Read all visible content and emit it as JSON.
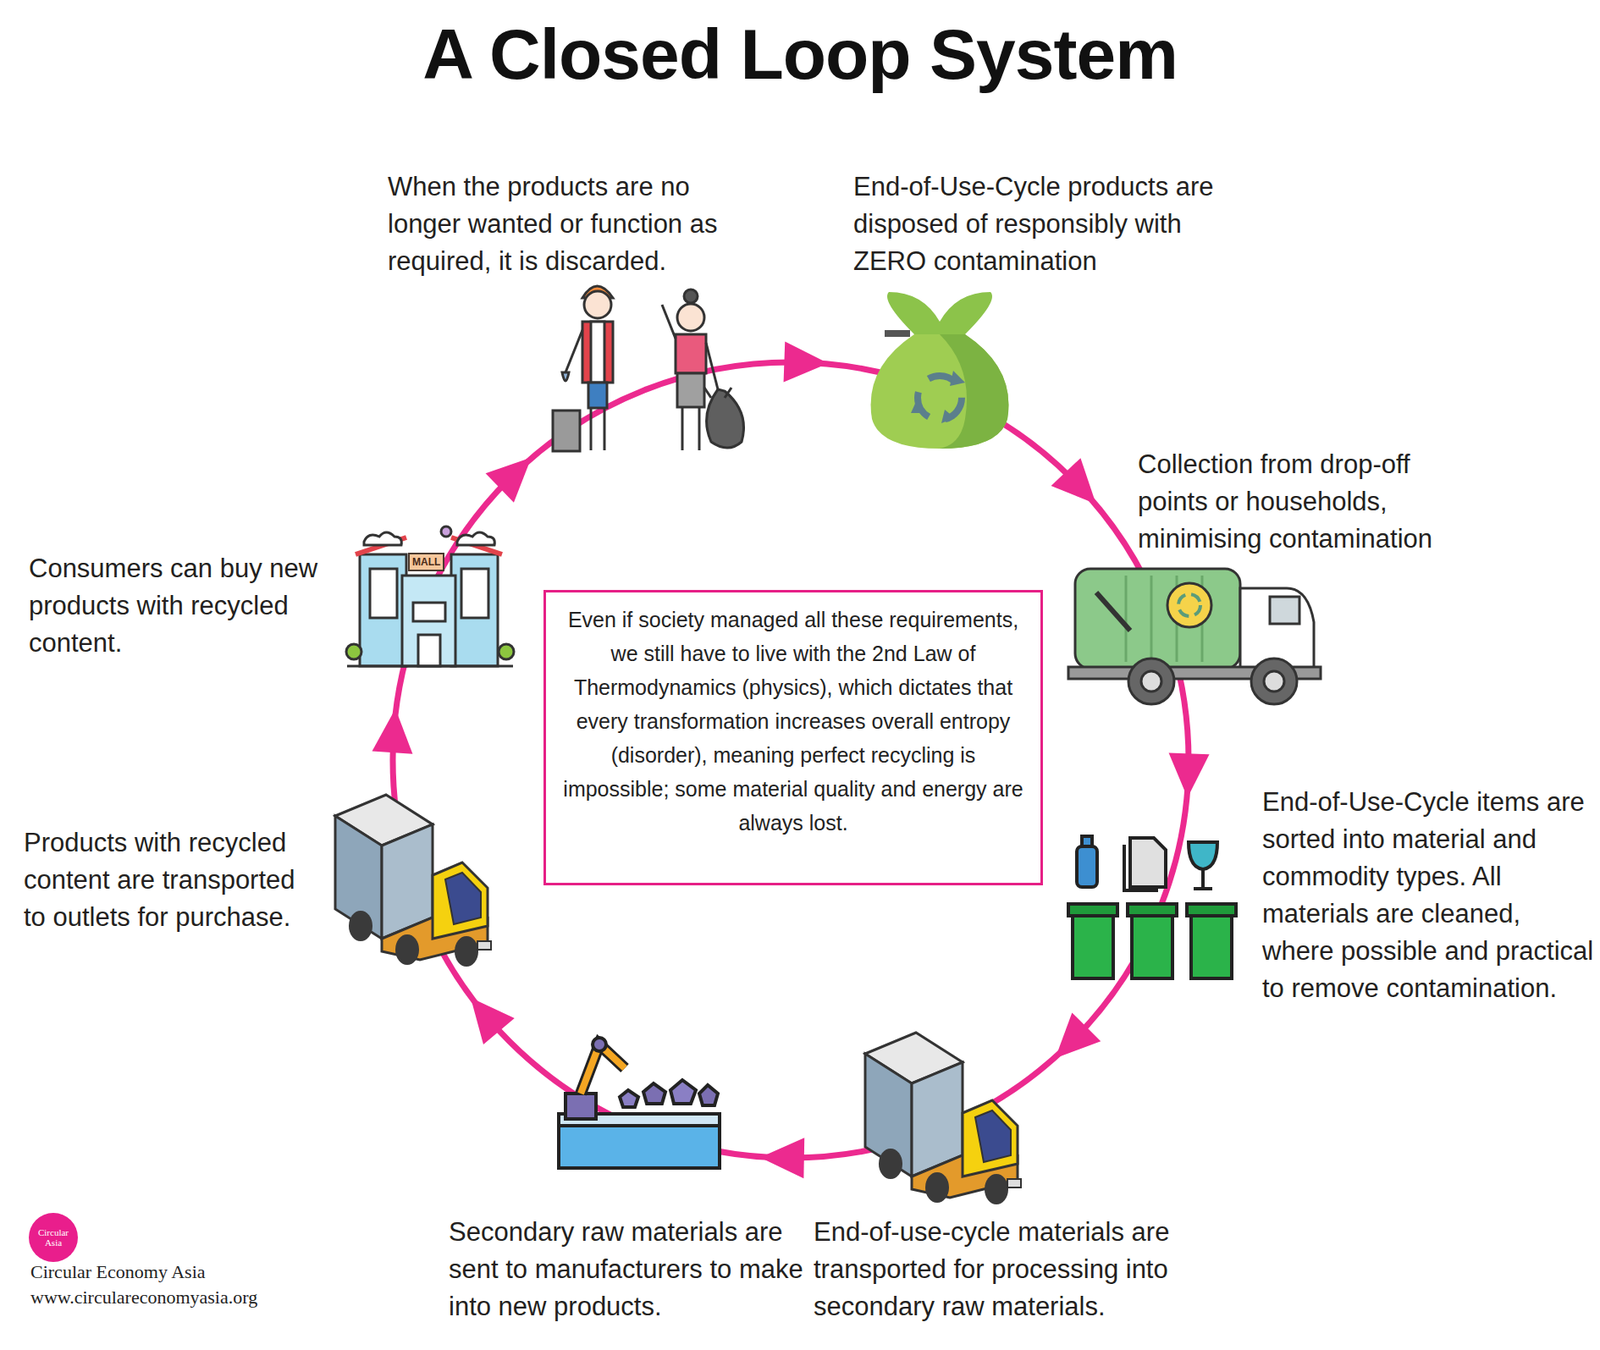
{
  "diagram": {
    "title": "A Closed Loop System",
    "nodes": [
      {
        "text": [
          "Even if society managed all these requirements, we still have to live with the 2nd Law of Thermodynamics (physics), which dictates that every transformation increases overall entropy (disorder), meaning perfect recycling is impossible; some material quality and energy are always lost."
        ]
      }
    ],
    "labels": [
      "When the products are no longer wanted or function as required, it is discarded.",
      "End-of-Use-Cycle products are disposed of responsibly with ZERO contamination",
      "Collection from drop-off points or households, minimising contamination",
      "End-of-Use-Cycle items are sorted into material and commodity types. All materials are cleaned, where possible and practical to remove contamination.",
      "End-of-use-cycle materials are transported for processing into secondary raw materials.",
      "Secondary raw materials are sent to manufacturers to make into new products.",
      "Products with recycled content are transported to outlets for purchase.",
      "Consumers can buy new products with recycled content.",
      "MALL",
      "Circular Asia",
      "Circular Economy Asia",
      "www.circulareconomyasia.org"
    ]
  }
}
